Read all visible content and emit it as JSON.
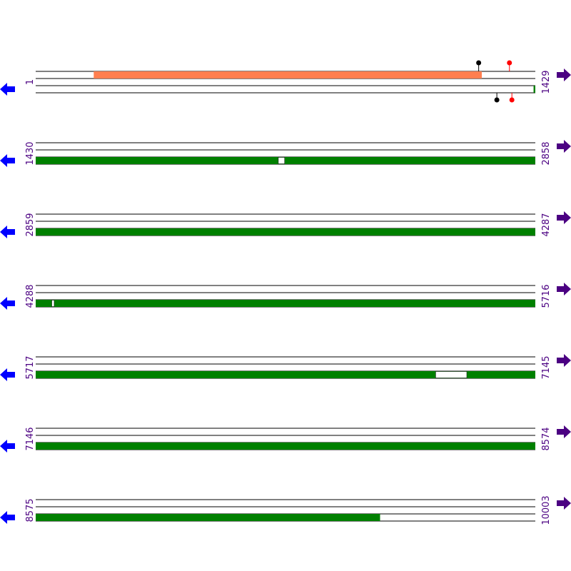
{
  "colors": {
    "forward_feature": "#ff7f50",
    "reverse_feature": "#008000",
    "gap": "#ffffff",
    "arrow_left": "#0000ff",
    "arrow_right": "#4b0082",
    "position_label": "#4b0082",
    "marker_black": "#000000",
    "marker_red": "#ff0000",
    "line": "#000000"
  },
  "strand_icons": {
    "left": "left-arrow-icon",
    "right": "right-arrow-icon"
  },
  "rows": [
    {
      "start": 1,
      "end": 1429,
      "start_label": "1",
      "end_label": "1429",
      "forward_features": [
        {
          "from": 167,
          "to": 1276
        }
      ],
      "reverse_features": [
        {
          "from": 1425,
          "to": 1429
        }
      ],
      "reverse_gaps": [],
      "markers_top": [
        {
          "pos": 1268,
          "color": "black"
        },
        {
          "pos": 1356,
          "color": "red"
        }
      ],
      "markers_bottom": [
        {
          "pos": 1320,
          "color": "black"
        },
        {
          "pos": 1363,
          "color": "red"
        }
      ]
    },
    {
      "start": 1430,
      "end": 2858,
      "start_label": "1430",
      "end_label": "2858",
      "forward_features": [],
      "reverse_features": [
        {
          "from": 1430,
          "to": 2858
        }
      ],
      "reverse_gaps": [
        {
          "from": 2124,
          "to": 2141
        }
      ],
      "markers_top": [],
      "markers_bottom": []
    },
    {
      "start": 2859,
      "end": 4287,
      "start_label": "2859",
      "end_label": "4287",
      "forward_features": [],
      "reverse_features": [
        {
          "from": 2859,
          "to": 4287
        }
      ],
      "reverse_gaps": [],
      "markers_top": [],
      "markers_bottom": []
    },
    {
      "start": 4288,
      "end": 5716,
      "start_label": "4288",
      "end_label": "5716",
      "forward_features": [],
      "reverse_features": [
        {
          "from": 4288,
          "to": 5716
        }
      ],
      "reverse_gaps": [
        {
          "from": 4334,
          "to": 4340
        }
      ],
      "markers_top": [],
      "markers_bottom": []
    },
    {
      "start": 5717,
      "end": 7145,
      "start_label": "5717",
      "end_label": "7145",
      "forward_features": [],
      "reverse_features": [
        {
          "from": 5717,
          "to": 7145
        }
      ],
      "reverse_gaps": [
        {
          "from": 6861,
          "to": 6949
        }
      ],
      "markers_top": [],
      "markers_bottom": []
    },
    {
      "start": 7146,
      "end": 8574,
      "start_label": "7146",
      "end_label": "8574",
      "forward_features": [],
      "reverse_features": [
        {
          "from": 7146,
          "to": 8574
        }
      ],
      "reverse_gaps": [],
      "markers_top": [],
      "markers_bottom": []
    },
    {
      "start": 8575,
      "end": 10003,
      "start_label": "8575",
      "end_label": "10003",
      "forward_features": [],
      "reverse_features": [
        {
          "from": 8575,
          "to": 9559
        }
      ],
      "reverse_gaps": [],
      "markers_top": [],
      "markers_bottom": []
    }
  ]
}
